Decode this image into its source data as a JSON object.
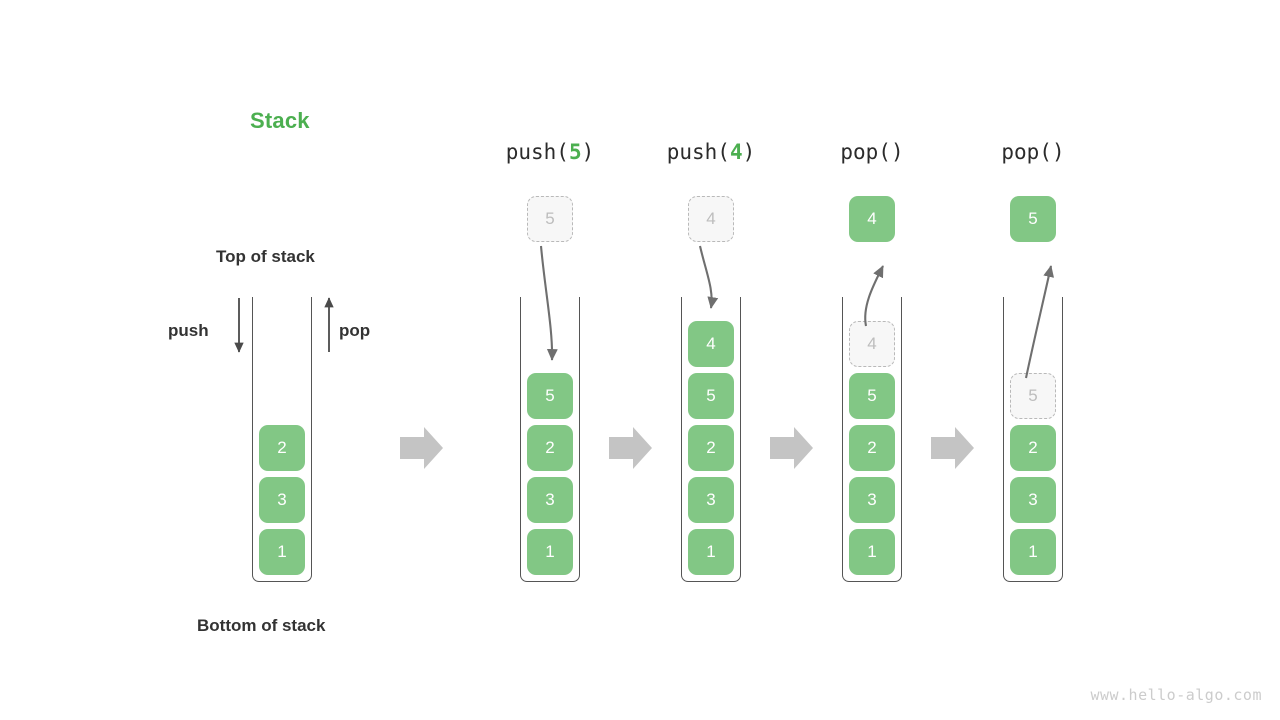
{
  "diagram": {
    "title": "Stack",
    "title_color": "#4CAF50",
    "element_color": "#82C785",
    "ghost_color": "#bdbdbd",
    "arrow_color": "#c4c4c4",
    "labels": {
      "top_of_stack": "Top of stack",
      "bottom_of_stack": "Bottom of stack",
      "push": "push",
      "pop": "pop"
    },
    "watermark": "www.hello-algo.com"
  },
  "stages": [
    {
      "id": "initial",
      "caption": "",
      "caption_arg": "",
      "incoming": null,
      "outgoing": null,
      "ghost_slot": null,
      "cells": [
        "2",
        "3",
        "1"
      ]
    },
    {
      "id": "push-5",
      "caption_prefix": "push(",
      "caption_arg": "5",
      "caption_suffix": ")",
      "incoming": "5",
      "outgoing": null,
      "ghost_slot": null,
      "cells": [
        "5",
        "2",
        "3",
        "1"
      ]
    },
    {
      "id": "push-4",
      "caption_prefix": "push(",
      "caption_arg": "4",
      "caption_suffix": ")",
      "incoming": "4",
      "outgoing": null,
      "ghost_slot": null,
      "cells": [
        "4",
        "5",
        "2",
        "3",
        "1"
      ]
    },
    {
      "id": "pop-1",
      "caption_prefix": "pop(",
      "caption_arg": "",
      "caption_suffix": ")",
      "incoming": null,
      "outgoing": "4",
      "ghost_slot": "4",
      "cells": [
        "5",
        "2",
        "3",
        "1"
      ]
    },
    {
      "id": "pop-2",
      "caption_prefix": "pop(",
      "caption_arg": "",
      "caption_suffix": ")",
      "incoming": null,
      "outgoing": "5",
      "ghost_slot": "5",
      "cells": [
        "2",
        "3",
        "1"
      ]
    }
  ],
  "transitions": [
    "arrow-right",
    "arrow-right",
    "arrow-right",
    "arrow-right"
  ]
}
